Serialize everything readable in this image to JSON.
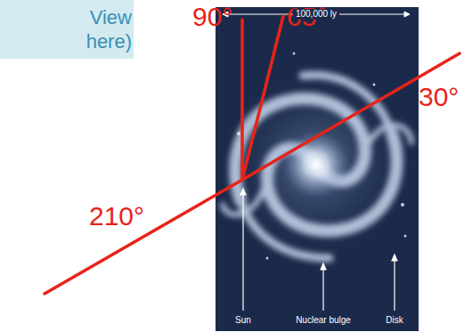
{
  "diagram": {
    "nodes": [
      {
        "text": [
          "View here)"
        ]
      }
    ],
    "labels": [
      "90°",
      "65°",
      "30°",
      "210°",
      "100,000 ly",
      "Sun",
      "Nuclear bulge",
      "Disk"
    ]
  }
}
